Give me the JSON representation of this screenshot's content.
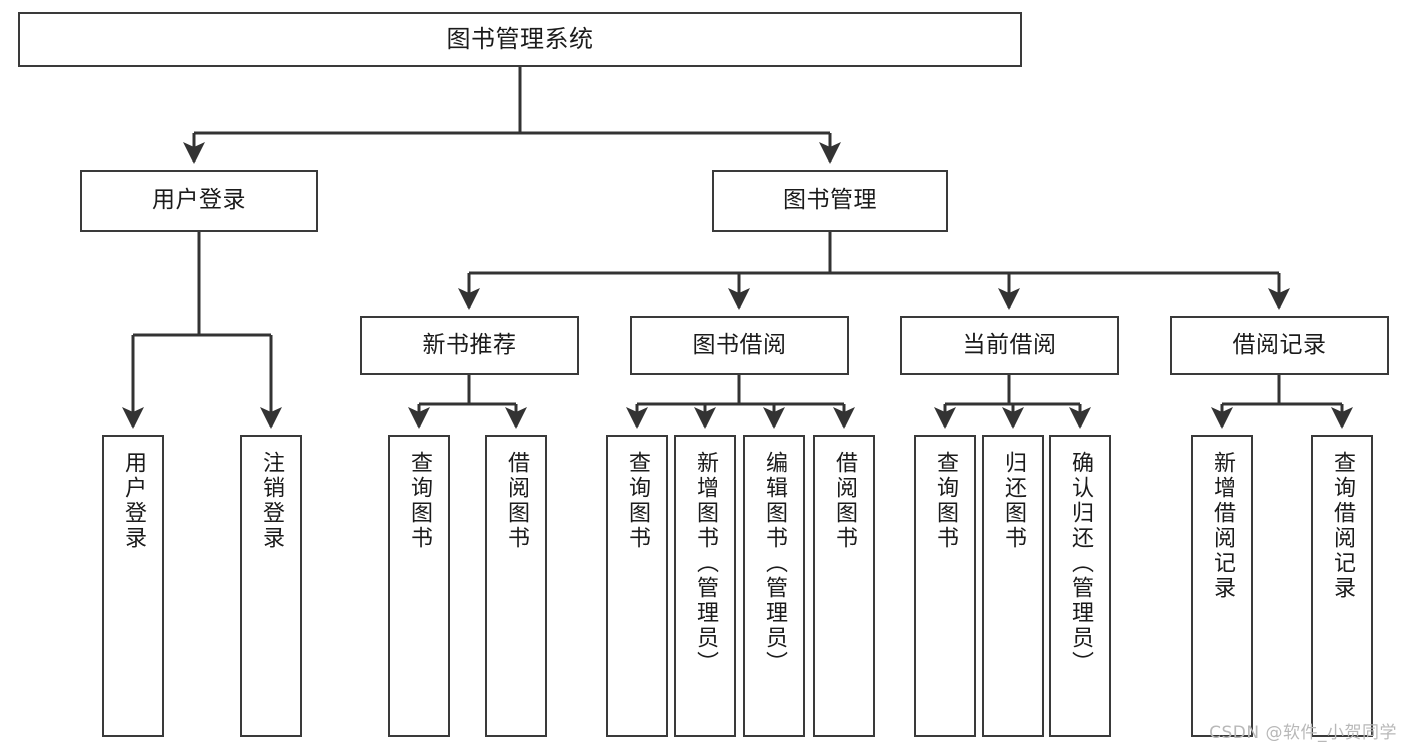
{
  "diagram": {
    "title": "图书管理系统",
    "type": "tree-hierarchy",
    "watermark": "CSDN @软件_小贺同学",
    "colors": {
      "box_stroke": "#3a3a3a",
      "box_fill": "#ffffff",
      "edge": "#333333",
      "text": "#1b1b1b",
      "watermark": "#b8b8b8",
      "background": "#ffffff"
    },
    "nodes": {
      "root": {
        "label": "图书管理系统"
      },
      "level2": [
        {
          "id": "user-login",
          "label": "用户登录"
        },
        {
          "id": "book-manage",
          "label": "图书管理"
        }
      ],
      "level3": [
        {
          "id": "new-book-recommend",
          "label": "新书推荐"
        },
        {
          "id": "book-borrow",
          "label": "图书借阅"
        },
        {
          "id": "current-borrow",
          "label": "当前借阅"
        },
        {
          "id": "borrow-record",
          "label": "借阅记录"
        }
      ],
      "leaves": {
        "user_login": [
          {
            "id": "leaf-user-login",
            "label": "用户登录"
          },
          {
            "id": "leaf-logout",
            "label": "注销登录"
          }
        ],
        "new_book_recommend": [
          {
            "id": "leaf-query-book-1",
            "label": "查询图书"
          },
          {
            "id": "leaf-borrow-book-1",
            "label": "借阅图书"
          }
        ],
        "book_borrow": [
          {
            "id": "leaf-query-book-2",
            "label": "查询图书"
          },
          {
            "id": "leaf-add-book",
            "label": "新增图书（管理员）"
          },
          {
            "id": "leaf-edit-book",
            "label": "编辑图书（管理员）"
          },
          {
            "id": "leaf-borrow-book-2",
            "label": "借阅图书"
          }
        ],
        "current_borrow": [
          {
            "id": "leaf-query-book-3",
            "label": "查询图书"
          },
          {
            "id": "leaf-return-book",
            "label": "归还图书"
          },
          {
            "id": "leaf-confirm-return",
            "label": "确认归还（管理员）"
          }
        ],
        "borrow_record": [
          {
            "id": "leaf-add-record",
            "label": "新增借阅记录"
          },
          {
            "id": "leaf-query-record",
            "label": "查询借阅记录"
          }
        ]
      }
    }
  }
}
